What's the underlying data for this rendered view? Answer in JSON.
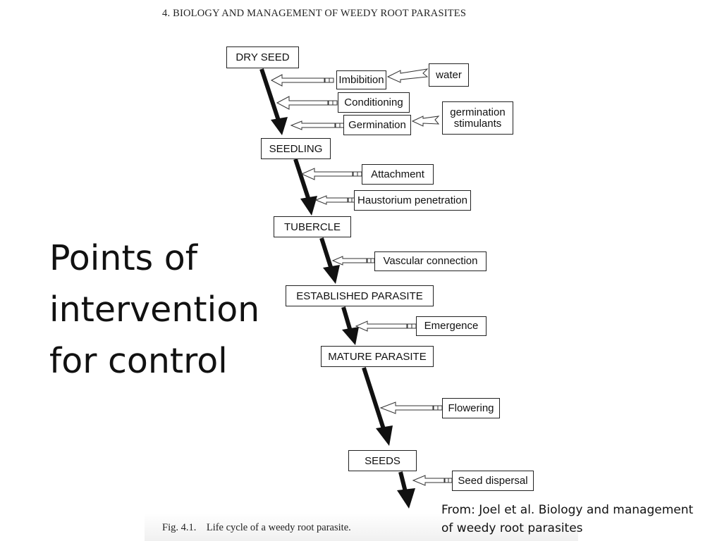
{
  "header": {
    "text": "4.  BIOLOGY AND MANAGEMENT OF WEEDY ROOT PARASITES"
  },
  "slide_title": {
    "lines": [
      "Points of",
      "intervention",
      "for control"
    ]
  },
  "diagram": {
    "stages": [
      {
        "label": "DRY SEED"
      },
      {
        "label": "SEEDLING"
      },
      {
        "label": "TUBERCLE"
      },
      {
        "label": "ESTABLISHED PARASITE"
      },
      {
        "label": "MATURE PARASITE"
      },
      {
        "label": "SEEDS"
      }
    ],
    "processes": [
      {
        "label": "Imbibition"
      },
      {
        "label": "Conditioning"
      },
      {
        "label": "Germination"
      },
      {
        "label": "Attachment"
      },
      {
        "label": "Haustorium penetration"
      },
      {
        "label": "Vascular connection"
      },
      {
        "label": "Emergence"
      },
      {
        "label": "Flowering"
      },
      {
        "label": "Seed dispersal"
      }
    ],
    "inputs": [
      {
        "label": "water"
      },
      {
        "label": "germination stimulants"
      }
    ]
  },
  "caption": {
    "text": "Fig. 4.1.    Life cycle of a weedy root parasite."
  },
  "source": {
    "lines": [
      "From: Joel et al. Biology and management",
      "of weedy root parasites"
    ]
  }
}
